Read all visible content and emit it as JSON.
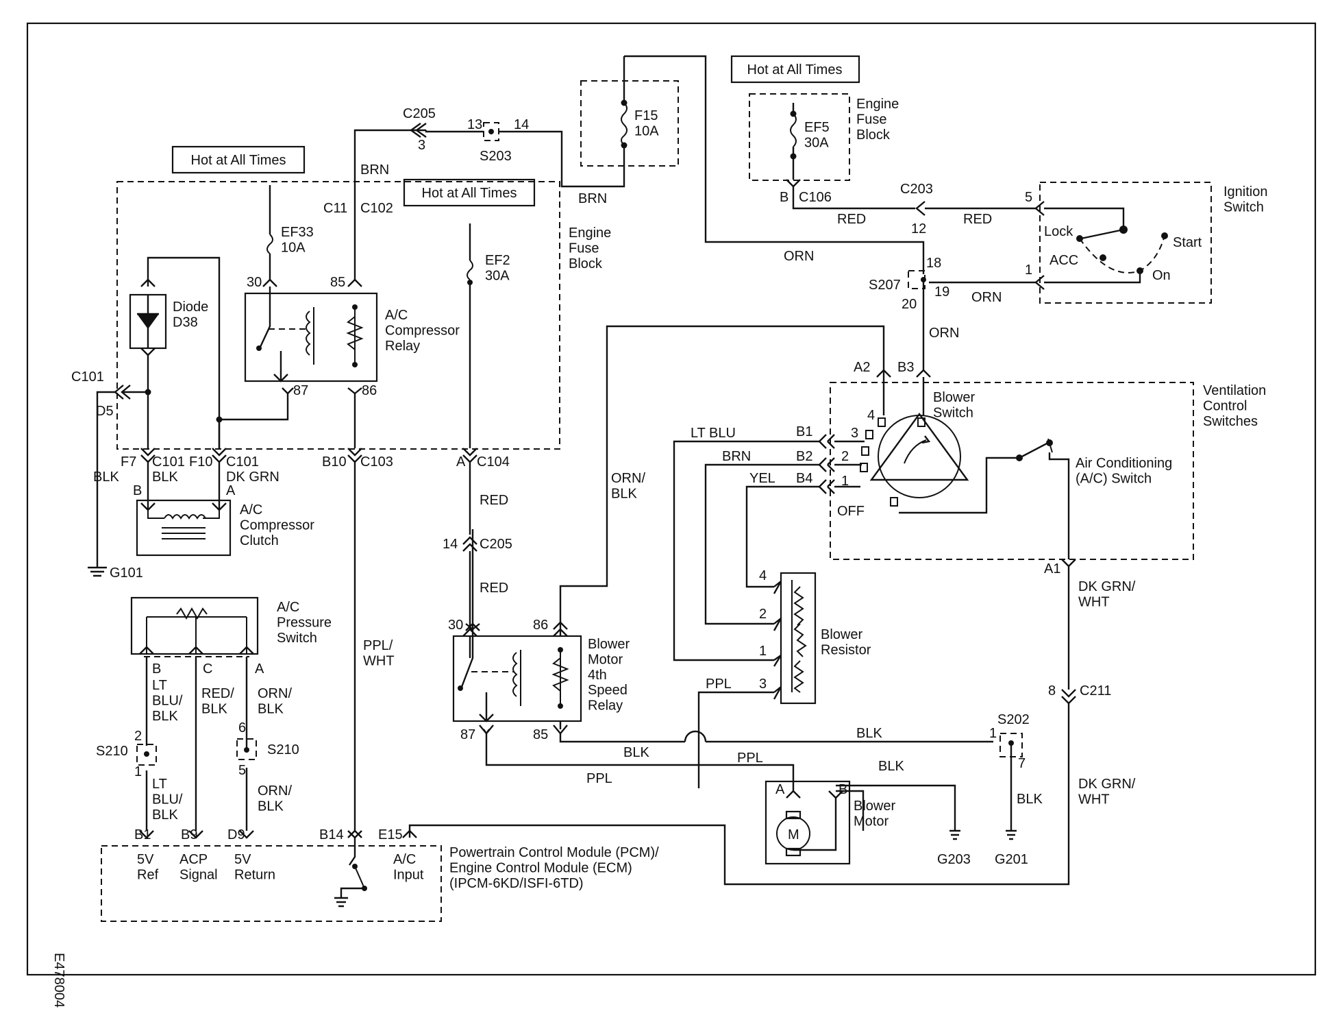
{
  "diagram_id": "E478004",
  "hot_at_all_times": "Hot at All Times",
  "fuse_block": {
    "engine_fuse_block": "Engine\nFuse\nBlock",
    "f15": "F15\n10A",
    "ef5": "EF5\n30A",
    "ef33": "EF33\n10A",
    "ef2": "EF2\n30A"
  },
  "components": {
    "ignition_switch": "Ignition\nSwitch",
    "ign_lock": "Lock",
    "ign_acc": "ACC",
    "ign_on": "On",
    "ign_start": "Start",
    "diode": "Diode\nD38",
    "ac_compressor_relay": "A/C\nCompressor\nRelay",
    "ac_compressor_clutch": "A/C\nCompressor\nClutch",
    "ac_pressure_switch": "A/C\nPressure\nSwitch",
    "ventilation_control": "Ventilation\nControl\nSwitches",
    "blower_switch": "Blower\nSwitch",
    "ac_switch": "Air Conditioning\n(A/C) Switch",
    "blower_resistor": "Blower\nResistor",
    "blower_relay": "Blower\nMotor\n4th\nSpeed\nRelay",
    "blower_motor": "Blower\nMotor",
    "motor_symbol": "M",
    "pcm": "Powertrain Control Module (PCM)/\nEngine Control Module (ECM)\n(IPCM-6KD/ISFI-6TD)",
    "pcm_5v_ref": "5V\nRef",
    "pcm_acp": "ACP\nSignal",
    "pcm_5v_ret": "5V\nReturn",
    "pcm_ac_input": "A/C\nInput",
    "off": "OFF"
  },
  "connectors": {
    "c205_top": "C205",
    "c205_top_pin": "3",
    "s203": "S203",
    "s203_13": "13",
    "s203_14": "14",
    "c11": "C11",
    "c102": "C102",
    "b_c106_b": "B",
    "c106": "C106",
    "c203": "C203",
    "c203_12": "12",
    "ign_5": "5",
    "ign_1": "1",
    "s207": "S207",
    "s207_18": "18",
    "s207_19": "19",
    "s207_20": "20",
    "p30": "30",
    "p85": "85",
    "p87": "87",
    "p86": "86",
    "c101_left": "C101",
    "d5": "D5",
    "f7": "F7",
    "c101_a": "C101",
    "f10": "F10",
    "c101_b": "C101",
    "b10": "B10",
    "c103": "C103",
    "a_c104": "A",
    "c104": "C104",
    "clutch_b": "B",
    "clutch_a": "A",
    "g101": "G101",
    "c205_mid_pin": "14",
    "c205_mid": "C205",
    "a2": "A2",
    "b3": "B3",
    "b1": "B1",
    "b2": "B2",
    "b4": "B4",
    "sw3": "3",
    "sw2": "2",
    "sw1": "1",
    "sw4": "4",
    "a1": "A1",
    "res4": "4",
    "res2": "2",
    "res1": "1",
    "res3": "3",
    "relay30": "30",
    "relay86": "86",
    "relay87": "87",
    "relay85": "85",
    "c211_pin": "8",
    "c211": "C211",
    "s202": "S202",
    "s202_1": "1",
    "s202_7": "7",
    "motor_a": "A",
    "motor_b": "B",
    "g203": "G203",
    "g201": "G201",
    "ps_b": "B",
    "ps_c": "C",
    "ps_a": "A",
    "s210_l": "S210",
    "s210_l2": "2",
    "s210_l1": "1",
    "s210_r": "S210",
    "s210_r6": "6",
    "s210_r5": "5",
    "pcm_b1": "B1",
    "pcm_b9": "B9",
    "pcm_d9": "D9",
    "pcm_b14": "B14",
    "pcm_e15": "E15"
  },
  "wires": {
    "brn_top": "BRN",
    "brn_f15": "BRN",
    "orn_top": "ORN",
    "red_c106": "RED",
    "red_c203": "RED",
    "orn_s207": "ORN",
    "orn_b3": "ORN",
    "blk_g101": "BLK",
    "blk_clutch": "BLK",
    "dkgrn_clutch": "DK GRN",
    "red_c104": "RED",
    "red_c205": "RED",
    "ppl_wht": "PPL/\nWHT",
    "orn_blk_relay": "ORN/\nBLK",
    "lt_blu": "LT BLU",
    "brn_b2": "BRN",
    "yel_b4": "YEL",
    "dkgrn_wht_1": "DK GRN/\nWHT",
    "dkgrn_wht_2": "DK GRN/\nWHT",
    "ppl_res": "PPL",
    "ppl_motor": "PPL",
    "ppl_relay": "PPL",
    "blk_s202": "BLK",
    "blk_relay85": "BLK",
    "blk_motor": "BLK",
    "blk_g201": "BLK",
    "lt_blu_blk_1": "LT\nBLU/\nBLK",
    "lt_blu_blk_2": "LT\nBLU/\nBLK",
    "red_blk": "RED/\nBLK",
    "orn_blk_1": "ORN/\nBLK",
    "orn_blk_2": "ORN/\nBLK"
  }
}
